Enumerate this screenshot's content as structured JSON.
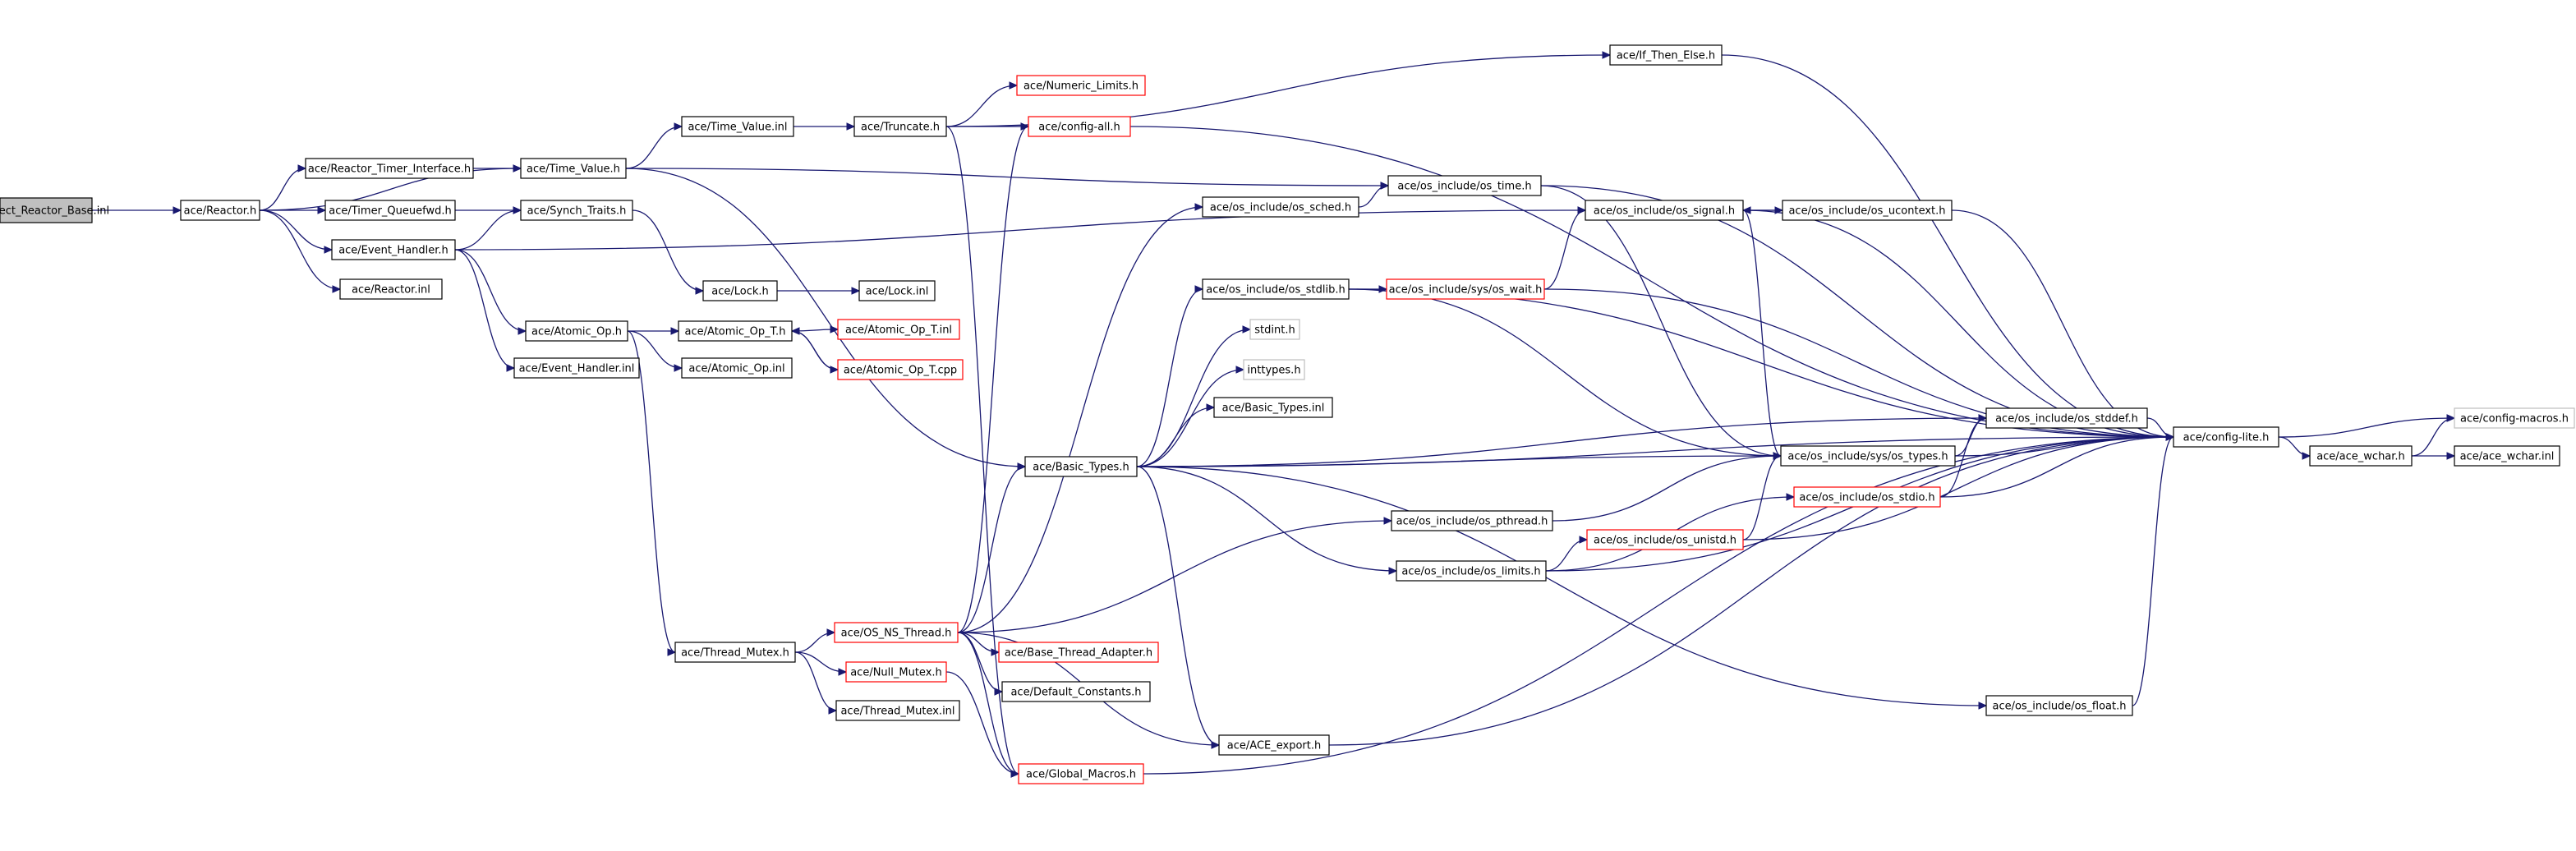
{
  "title": "",
  "colors": {
    "edge": "#191970",
    "root_fill": "#bfbfbf",
    "node_border": "#000000",
    "missing_border": "#ff0000",
    "undocumented_border": "#bfbfbf"
  },
  "nodes": [
    {
      "id": "select_reactor_base_inl",
      "label": "Select_Reactor_Base.inl",
      "style": "root"
    },
    {
      "id": "reactor_h",
      "label": "ace/Reactor.h",
      "style": "normal"
    },
    {
      "id": "reactor_timer_interface_h",
      "label": "ace/Reactor_Timer_Interface.h",
      "style": "normal"
    },
    {
      "id": "timer_queuefwd_h",
      "label": "ace/Timer_Queuefwd.h",
      "style": "normal"
    },
    {
      "id": "event_handler_h",
      "label": "ace/Event_Handler.h",
      "style": "normal"
    },
    {
      "id": "reactor_inl",
      "label": "ace/Reactor.inl",
      "style": "normal"
    },
    {
      "id": "time_value_h",
      "label": "ace/Time_Value.h",
      "style": "normal"
    },
    {
      "id": "synch_traits_h",
      "label": "ace/Synch_Traits.h",
      "style": "normal"
    },
    {
      "id": "atomic_op_h",
      "label": "ace/Atomic_Op.h",
      "style": "normal"
    },
    {
      "id": "event_handler_inl",
      "label": "ace/Event_Handler.inl",
      "style": "normal"
    },
    {
      "id": "time_value_inl",
      "label": "ace/Time_Value.inl",
      "style": "normal"
    },
    {
      "id": "lock_h",
      "label": "ace/Lock.h",
      "style": "normal"
    },
    {
      "id": "lock_inl",
      "label": "ace/Lock.inl",
      "style": "normal"
    },
    {
      "id": "atomic_op_t_h",
      "label": "ace/Atomic_Op_T.h",
      "style": "normal"
    },
    {
      "id": "atomic_op_inl",
      "label": "ace/Atomic_Op.inl",
      "style": "normal"
    },
    {
      "id": "atomic_op_t_inl",
      "label": "ace/Atomic_Op_T.inl",
      "style": "missing"
    },
    {
      "id": "atomic_op_t_cpp",
      "label": "ace/Atomic_Op_T.cpp",
      "style": "missing"
    },
    {
      "id": "thread_mutex_h",
      "label": "ace/Thread_Mutex.h",
      "style": "normal"
    },
    {
      "id": "truncate_h",
      "label": "ace/Truncate.h",
      "style": "normal"
    },
    {
      "id": "numeric_limits_h",
      "label": "ace/Numeric_Limits.h",
      "style": "missing"
    },
    {
      "id": "config_all_h",
      "label": "ace/config-all.h",
      "style": "missing"
    },
    {
      "id": "if_then_else_h",
      "label": "ace/If_Then_Else.h",
      "style": "normal"
    },
    {
      "id": "os_time_h",
      "label": "ace/os_include/os_time.h",
      "style": "normal"
    },
    {
      "id": "os_sched_h",
      "label": "ace/os_include/os_sched.h",
      "style": "normal"
    },
    {
      "id": "os_signal_h",
      "label": "ace/os_include/os_signal.h",
      "style": "normal"
    },
    {
      "id": "os_ucontext_h",
      "label": "ace/os_include/os_ucontext.h",
      "style": "normal"
    },
    {
      "id": "os_stdlib_h",
      "label": "ace/os_include/os_stdlib.h",
      "style": "normal"
    },
    {
      "id": "os_wait_h",
      "label": "ace/os_include/sys/os_wait.h",
      "style": "missing"
    },
    {
      "id": "stdint_h",
      "label": "stdint.h",
      "style": "undocumented"
    },
    {
      "id": "inttypes_h",
      "label": "inttypes.h",
      "style": "undocumented"
    },
    {
      "id": "basic_types_inl",
      "label": "ace/Basic_Types.inl",
      "style": "normal"
    },
    {
      "id": "basic_types_h",
      "label": "ace/Basic_Types.h",
      "style": "normal"
    },
    {
      "id": "os_stddef_h",
      "label": "ace/os_include/os_stddef.h",
      "style": "normal"
    },
    {
      "id": "os_types_h",
      "label": "ace/os_include/sys/os_types.h",
      "style": "normal"
    },
    {
      "id": "os_stdio_h",
      "label": "ace/os_include/os_stdio.h",
      "style": "missing"
    },
    {
      "id": "config_lite_h",
      "label": "ace/config-lite.h",
      "style": "normal"
    },
    {
      "id": "config_macros_h",
      "label": "ace/config-macros.h",
      "style": "undocumented"
    },
    {
      "id": "ace_wchar_h",
      "label": "ace/ace_wchar.h",
      "style": "normal"
    },
    {
      "id": "ace_wchar_inl",
      "label": "ace/ace_wchar.inl",
      "style": "normal"
    },
    {
      "id": "os_pthread_h",
      "label": "ace/os_include/os_pthread.h",
      "style": "normal"
    },
    {
      "id": "os_unistd_h",
      "label": "ace/os_include/os_unistd.h",
      "style": "missing"
    },
    {
      "id": "os_limits_h",
      "label": "ace/os_include/os_limits.h",
      "style": "normal"
    },
    {
      "id": "os_ns_thread_h",
      "label": "ace/OS_NS_Thread.h",
      "style": "missing"
    },
    {
      "id": "null_mutex_h",
      "label": "ace/Null_Mutex.h",
      "style": "missing"
    },
    {
      "id": "thread_mutex_inl",
      "label": "ace/Thread_Mutex.inl",
      "style": "normal"
    },
    {
      "id": "base_thread_adapter_h",
      "label": "ace/Base_Thread_Adapter.h",
      "style": "missing"
    },
    {
      "id": "default_constants_h",
      "label": "ace/Default_Constants.h",
      "style": "normal"
    },
    {
      "id": "os_float_h",
      "label": "ace/os_include/os_float.h",
      "style": "normal"
    },
    {
      "id": "ace_export_h",
      "label": "ace/ACE_export.h",
      "style": "normal"
    },
    {
      "id": "global_macros_h",
      "label": "ace/Global_Macros.h",
      "style": "missing"
    }
  ],
  "edges": [
    [
      "select_reactor_base_inl",
      "reactor_h"
    ],
    [
      "reactor_h",
      "reactor_timer_interface_h"
    ],
    [
      "reactor_h",
      "timer_queuefwd_h"
    ],
    [
      "reactor_h",
      "event_handler_h"
    ],
    [
      "reactor_h",
      "reactor_inl"
    ],
    [
      "reactor_h",
      "time_value_h"
    ],
    [
      "reactor_timer_interface_h",
      "time_value_h"
    ],
    [
      "timer_queuefwd_h",
      "synch_traits_h"
    ],
    [
      "event_handler_h",
      "synch_traits_h"
    ],
    [
      "event_handler_h",
      "atomic_op_h"
    ],
    [
      "event_handler_h",
      "event_handler_inl"
    ],
    [
      "event_handler_h",
      "os_signal_h"
    ],
    [
      "time_value_h",
      "time_value_inl"
    ],
    [
      "time_value_h",
      "os_time_h"
    ],
    [
      "time_value_h",
      "basic_types_h"
    ],
    [
      "time_value_inl",
      "truncate_h"
    ],
    [
      "truncate_h",
      "numeric_limits_h"
    ],
    [
      "truncate_h",
      "config_all_h"
    ],
    [
      "truncate_h",
      "if_then_else_h"
    ],
    [
      "truncate_h",
      "global_macros_h"
    ],
    [
      "if_then_else_h",
      "config_lite_h"
    ],
    [
      "config_all_h",
      "config_lite_h"
    ],
    [
      "synch_traits_h",
      "lock_h"
    ],
    [
      "lock_h",
      "lock_inl"
    ],
    [
      "atomic_op_h",
      "atomic_op_t_h"
    ],
    [
      "atomic_op_h",
      "atomic_op_inl"
    ],
    [
      "atomic_op_h",
      "thread_mutex_h"
    ],
    [
      "atomic_op_t_h",
      "atomic_op_t_inl"
    ],
    [
      "atomic_op_t_h",
      "atomic_op_t_cpp"
    ],
    [
      "atomic_op_t_cpp",
      "atomic_op_t_h"
    ],
    [
      "thread_mutex_h",
      "os_ns_thread_h"
    ],
    [
      "thread_mutex_h",
      "null_mutex_h"
    ],
    [
      "thread_mutex_h",
      "thread_mutex_inl"
    ],
    [
      "os_ns_thread_h",
      "config_all_h"
    ],
    [
      "os_ns_thread_h",
      "os_sched_h"
    ],
    [
      "os_ns_thread_h",
      "basic_types_h"
    ],
    [
      "os_ns_thread_h",
      "os_pthread_h"
    ],
    [
      "os_ns_thread_h",
      "base_thread_adapter_h"
    ],
    [
      "os_ns_thread_h",
      "default_constants_h"
    ],
    [
      "os_ns_thread_h",
      "ace_export_h"
    ],
    [
      "os_ns_thread_h",
      "global_macros_h"
    ],
    [
      "null_mutex_h",
      "global_macros_h"
    ],
    [
      "os_sched_h",
      "os_time_h"
    ],
    [
      "os_time_h",
      "config_lite_h"
    ],
    [
      "os_time_h",
      "os_types_h"
    ],
    [
      "os_signal_h",
      "os_ucontext_h"
    ],
    [
      "os_ucontext_h",
      "os_signal_h"
    ],
    [
      "os_signal_h",
      "config_lite_h"
    ],
    [
      "os_signal_h",
      "os_types_h"
    ],
    [
      "os_ucontext_h",
      "config_lite_h"
    ],
    [
      "os_stdlib_h",
      "os_wait_h"
    ],
    [
      "os_stdlib_h",
      "config_lite_h"
    ],
    [
      "os_stdlib_h",
      "os_types_h"
    ],
    [
      "os_wait_h",
      "os_signal_h"
    ],
    [
      "os_wait_h",
      "config_lite_h"
    ],
    [
      "basic_types_h",
      "os_stdlib_h"
    ],
    [
      "basic_types_h",
      "stdint_h"
    ],
    [
      "basic_types_h",
      "inttypes_h"
    ],
    [
      "basic_types_h",
      "basic_types_inl"
    ],
    [
      "basic_types_h",
      "os_stddef_h"
    ],
    [
      "basic_types_h",
      "os_types_h"
    ],
    [
      "basic_types_h",
      "config_lite_h"
    ],
    [
      "basic_types_h",
      "os_limits_h"
    ],
    [
      "basic_types_h",
      "os_float_h"
    ],
    [
      "basic_types_h",
      "ace_export_h"
    ],
    [
      "os_types_h",
      "os_stddef_h"
    ],
    [
      "os_types_h",
      "config_lite_h"
    ],
    [
      "os_stddef_h",
      "config_lite_h"
    ],
    [
      "os_stdio_h",
      "os_stddef_h"
    ],
    [
      "os_stdio_h",
      "config_lite_h"
    ],
    [
      "os_pthread_h",
      "os_types_h"
    ],
    [
      "os_limits_h",
      "os_unistd_h"
    ],
    [
      "os_limits_h",
      "os_stdio_h"
    ],
    [
      "os_limits_h",
      "config_lite_h"
    ],
    [
      "os_unistd_h",
      "os_types_h"
    ],
    [
      "os_unistd_h",
      "config_lite_h"
    ],
    [
      "os_float_h",
      "config_lite_h"
    ],
    [
      "ace_export_h",
      "config_lite_h"
    ],
    [
      "global_macros_h",
      "config_lite_h"
    ],
    [
      "config_lite_h",
      "config_macros_h"
    ],
    [
      "config_lite_h",
      "ace_wchar_h"
    ],
    [
      "ace_wchar_h",
      "config_macros_h"
    ],
    [
      "ace_wchar_h",
      "ace_wchar_inl"
    ]
  ]
}
